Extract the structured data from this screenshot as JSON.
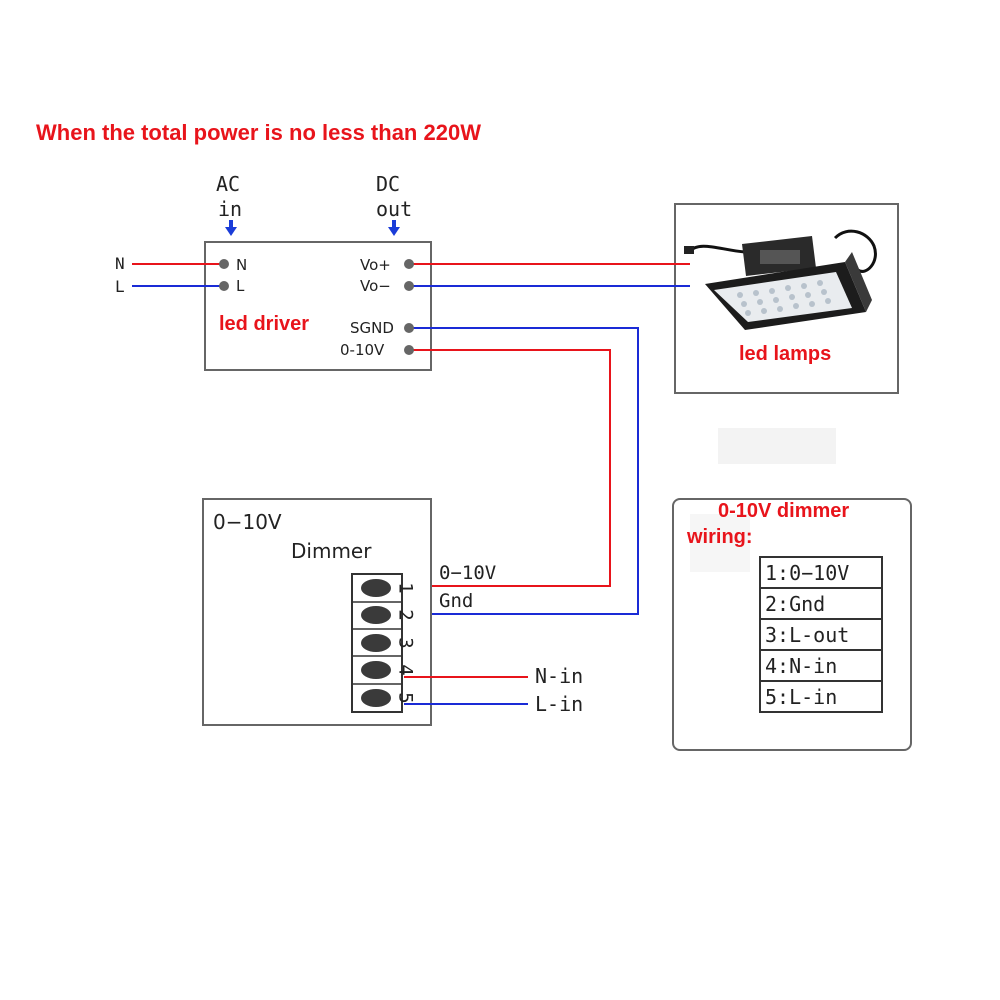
{
  "title": "When the total power is no less than 220W",
  "ac_input": {
    "line1": "AC",
    "line2": "in"
  },
  "dc_output": {
    "line1": "DC",
    "line2": "out"
  },
  "mains": {
    "n": "N",
    "l": "L"
  },
  "driver": {
    "label": "led driver",
    "terminals": {
      "n": "N",
      "l": "L",
      "vo_plus": "Vo+",
      "vo_minus": "Vo−",
      "sgnd": "SGND",
      "dim": "0-10V"
    }
  },
  "lamp": {
    "label": "led lamps"
  },
  "dimmer": {
    "title_line1": "0−10V",
    "title_line2": "Dimmer",
    "pins": [
      "1",
      "2",
      "3",
      "4",
      "5"
    ],
    "wire_labels": {
      "dim": "0−10V",
      "gnd": "Gnd",
      "n_in": "N-in",
      "l_in": "L-in"
    }
  },
  "wiring": {
    "title_line1": "0-10V dimmer",
    "title_line2": "wiring:",
    "rows": [
      "1:0−10V",
      "2:Gnd",
      "3:L-out",
      "4:N-in",
      "5:L-in"
    ]
  },
  "colors": {
    "red_wire": "#e8141b",
    "blue_wire": "#1a2bd6",
    "label_red": "#e8141b",
    "arrow_blue": "#1a3cd8"
  }
}
